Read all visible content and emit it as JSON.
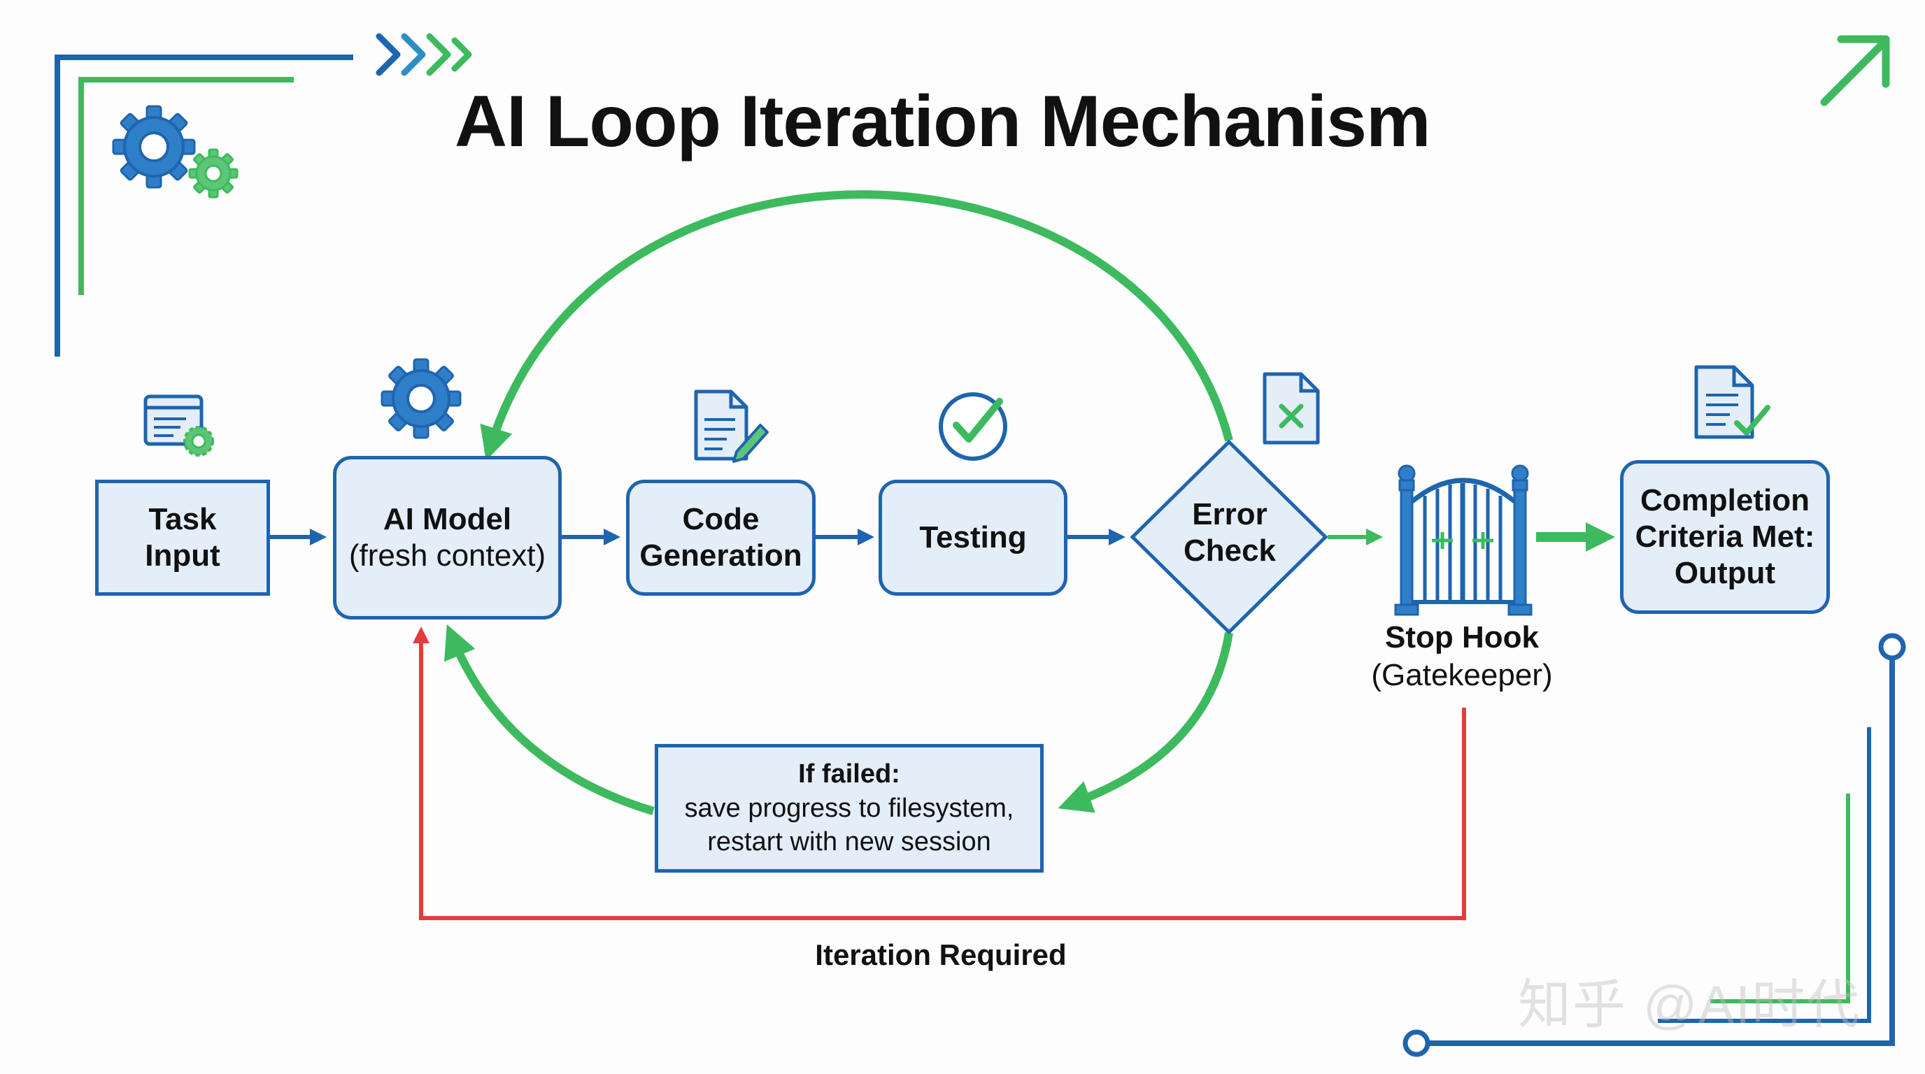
{
  "title": "AI Loop Iteration Mechanism",
  "nodes": {
    "task_input": [
      "Task",
      "Input"
    ],
    "ai_model": [
      "AI Model",
      "(fresh context)"
    ],
    "code_generation": [
      "Code",
      "Generation"
    ],
    "testing": "Testing",
    "error_check": [
      "Error",
      "Check"
    ],
    "stop_hook": [
      "Stop Hook",
      "(Gatekeeper)"
    ],
    "completion": [
      "Completion",
      "Criteria Met:",
      "Output"
    ]
  },
  "failure_note": {
    "heading": "If failed:",
    "line1": "save progress to filesystem,",
    "line2": "restart with new session"
  },
  "iteration_label": "Iteration Required",
  "watermark": "知乎 @AI时代",
  "colors": {
    "primary_blue": "#1f64ae",
    "box_fill": "#e4eef9",
    "loop_green": "#3dba5e",
    "iteration_red": "#e53b3b"
  },
  "icons": [
    "gears-icon",
    "task-settings-icon",
    "gear-icon",
    "document-edit-icon",
    "check-circle-icon",
    "document-error-icon",
    "gate-icon",
    "document-check-icon",
    "chevrons-icon",
    "arrow-up-right-icon"
  ]
}
